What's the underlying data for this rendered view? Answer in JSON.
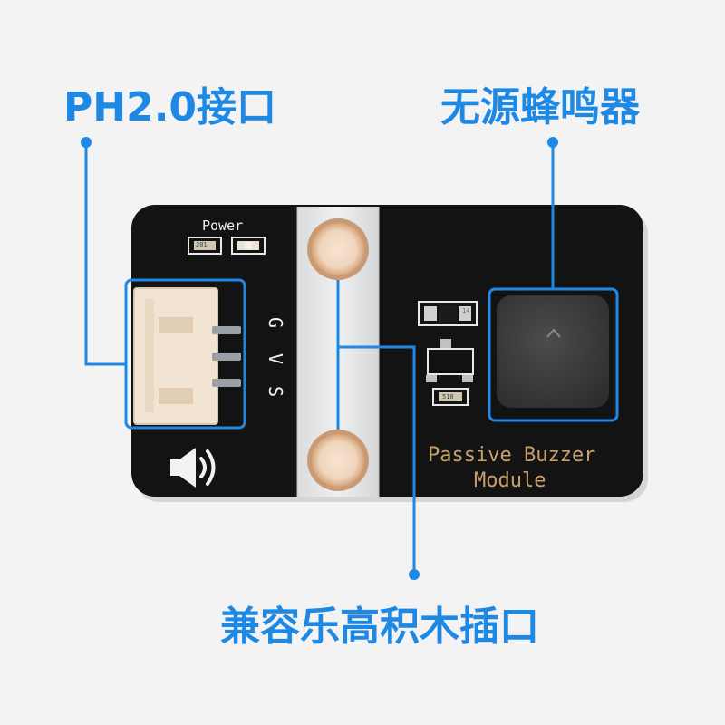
{
  "labels": {
    "connector": "PH2.0接口",
    "buzzer": "无源蜂鸣器",
    "lego": "兼容乐高积木插口"
  },
  "board": {
    "power_label": "Power",
    "pins": [
      "G",
      "V",
      "S"
    ],
    "title_line1": "Passive Buzzer",
    "title_line2": "Module",
    "resistor_codes": [
      "201",
      "510"
    ],
    "diode_label": "14"
  },
  "colors": {
    "callout_blue": "#1e88e5",
    "pcb_black": "#131313",
    "silk_gold": "#c8a069",
    "background": "#f3f3f3"
  },
  "icons": [
    "speaker-icon",
    "led-power-indicator",
    "buzzer-polarity-arrow-icon"
  ]
}
